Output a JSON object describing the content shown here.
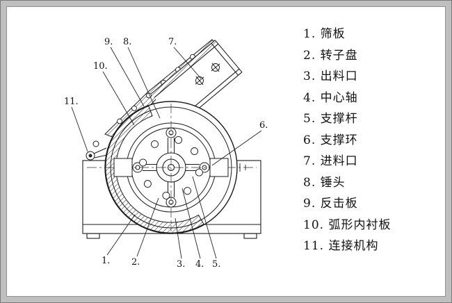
{
  "callouts": {
    "c1": "1.",
    "c2": "2.",
    "c3": "3.",
    "c4": "4.",
    "c5": "5.",
    "c6": "6.",
    "c7": "7.",
    "c8": "8.",
    "c9": "9.",
    "c10": "10.",
    "c11": "11."
  },
  "legend": {
    "items": [
      "1. 筛板",
      "2. 转子盘",
      "3. 出料口",
      "4. 中心轴",
      "5. 支撑杆",
      "6. 支撑环",
      "7. 进料口",
      "8. 锤头",
      "9. 反击板",
      "10. 弧形内衬板",
      "11. 连接机构"
    ]
  },
  "colors": {
    "paper": "#ffffff",
    "frame": "#bfbfbf",
    "ink": "#1a1a1a"
  }
}
